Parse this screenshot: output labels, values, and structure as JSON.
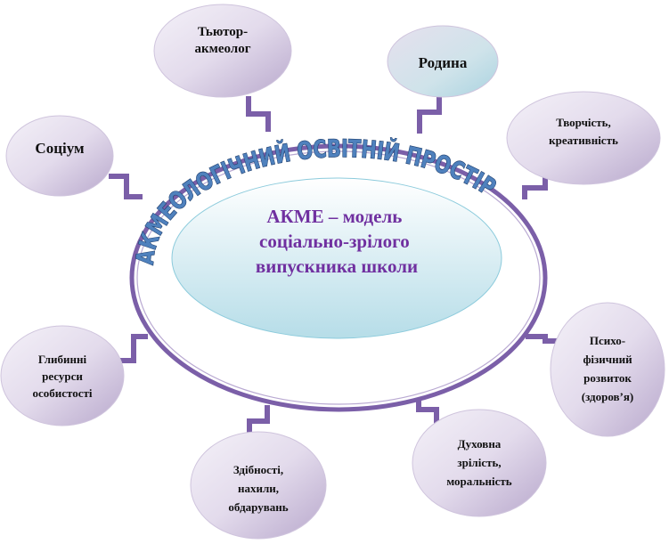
{
  "arc_title": "АКМЕОЛОГІЧНИЙ ОСВІТНІЙ ПРОСТІР",
  "center": {
    "lines": [
      "АКМЕ  – модель",
      "соціально-зрілого",
      "випускника  школи"
    ]
  },
  "nodes": {
    "tutor": [
      "Тьютор-",
      "акмеолог"
    ],
    "family": [
      "Родина"
    ],
    "creativity": [
      "Творчість,",
      "креативність"
    ],
    "society": [
      "Соціум"
    ],
    "resources": [
      "Глибинні",
      "ресурси",
      "особистості"
    ],
    "abilities": [
      "Здібності,",
      "нахили,",
      "обдарувань"
    ],
    "spiritual": [
      "Духовна",
      "зрілість,",
      "моральність"
    ],
    "psycho": [
      "Психо-",
      "фізичний",
      "розвиток",
      "(здоров’я)"
    ]
  },
  "colors": {
    "accent": "#7b5fa8",
    "center_text": "#7030a0",
    "arc_text": "#4f81bd"
  }
}
